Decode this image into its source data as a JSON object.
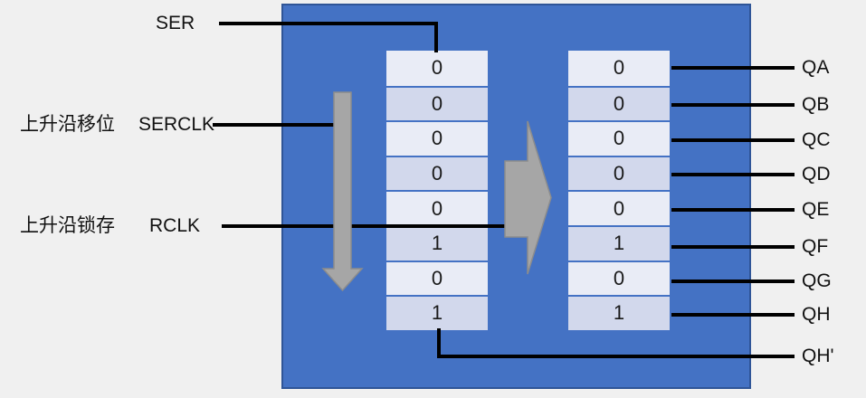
{
  "title": "shift-register-diagram",
  "inputs": {
    "ser": {
      "label": "SER"
    },
    "serclk": {
      "prefix": "上升沿移位",
      "label": "SERCLK"
    },
    "rclk": {
      "prefix": "上升沿锁存",
      "label": "RCLK"
    }
  },
  "shift_register": {
    "cells": [
      "0",
      "0",
      "0",
      "0",
      "0",
      "1",
      "0",
      "1"
    ]
  },
  "storage_register": {
    "cells": [
      "0",
      "0",
      "0",
      "0",
      "0",
      "1",
      "0",
      "1"
    ]
  },
  "outputs": {
    "labels": [
      "QA",
      "QB",
      "QC",
      "QD",
      "QE",
      "QF",
      "QG",
      "QH"
    ],
    "serial_out": "QH'"
  },
  "colors": {
    "background": "#f0f0f0",
    "chip_blue": "#4472c4",
    "chip_border": "#2f5597",
    "cell_light": "#e9ecf6",
    "cell_dark": "#d2d8ec",
    "arrow_gray": "#a6a6a6",
    "wire_black": "#000000"
  }
}
